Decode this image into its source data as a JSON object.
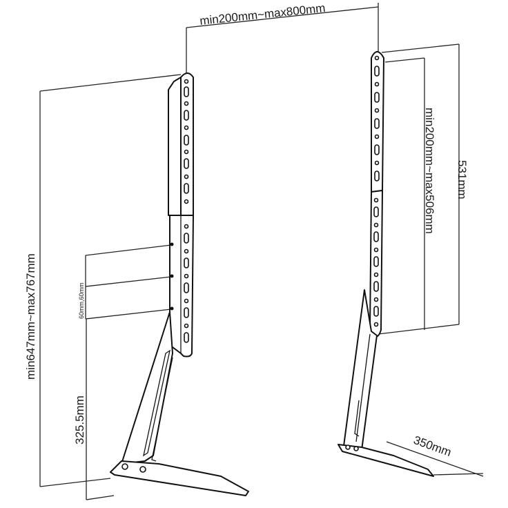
{
  "diagram": {
    "subject": "Tabletop TV stand, pair of legs with adjustable uprights",
    "colors": {
      "line": "#111111",
      "background": "#ffffff"
    },
    "dimensions": {
      "width_between_uprights": "min200mm~max800mm",
      "overall_height": "min647mm~max767mm",
      "hole_spacing": "60mm,60mm",
      "lowest_mount_height": "325.5mm",
      "upright_length": "531mm",
      "vertical_adjust_range": "min200mm~max506mm",
      "base_depth": "350mm"
    },
    "parts": {
      "left_stand": "left-stand",
      "right_stand": "right-stand"
    }
  }
}
